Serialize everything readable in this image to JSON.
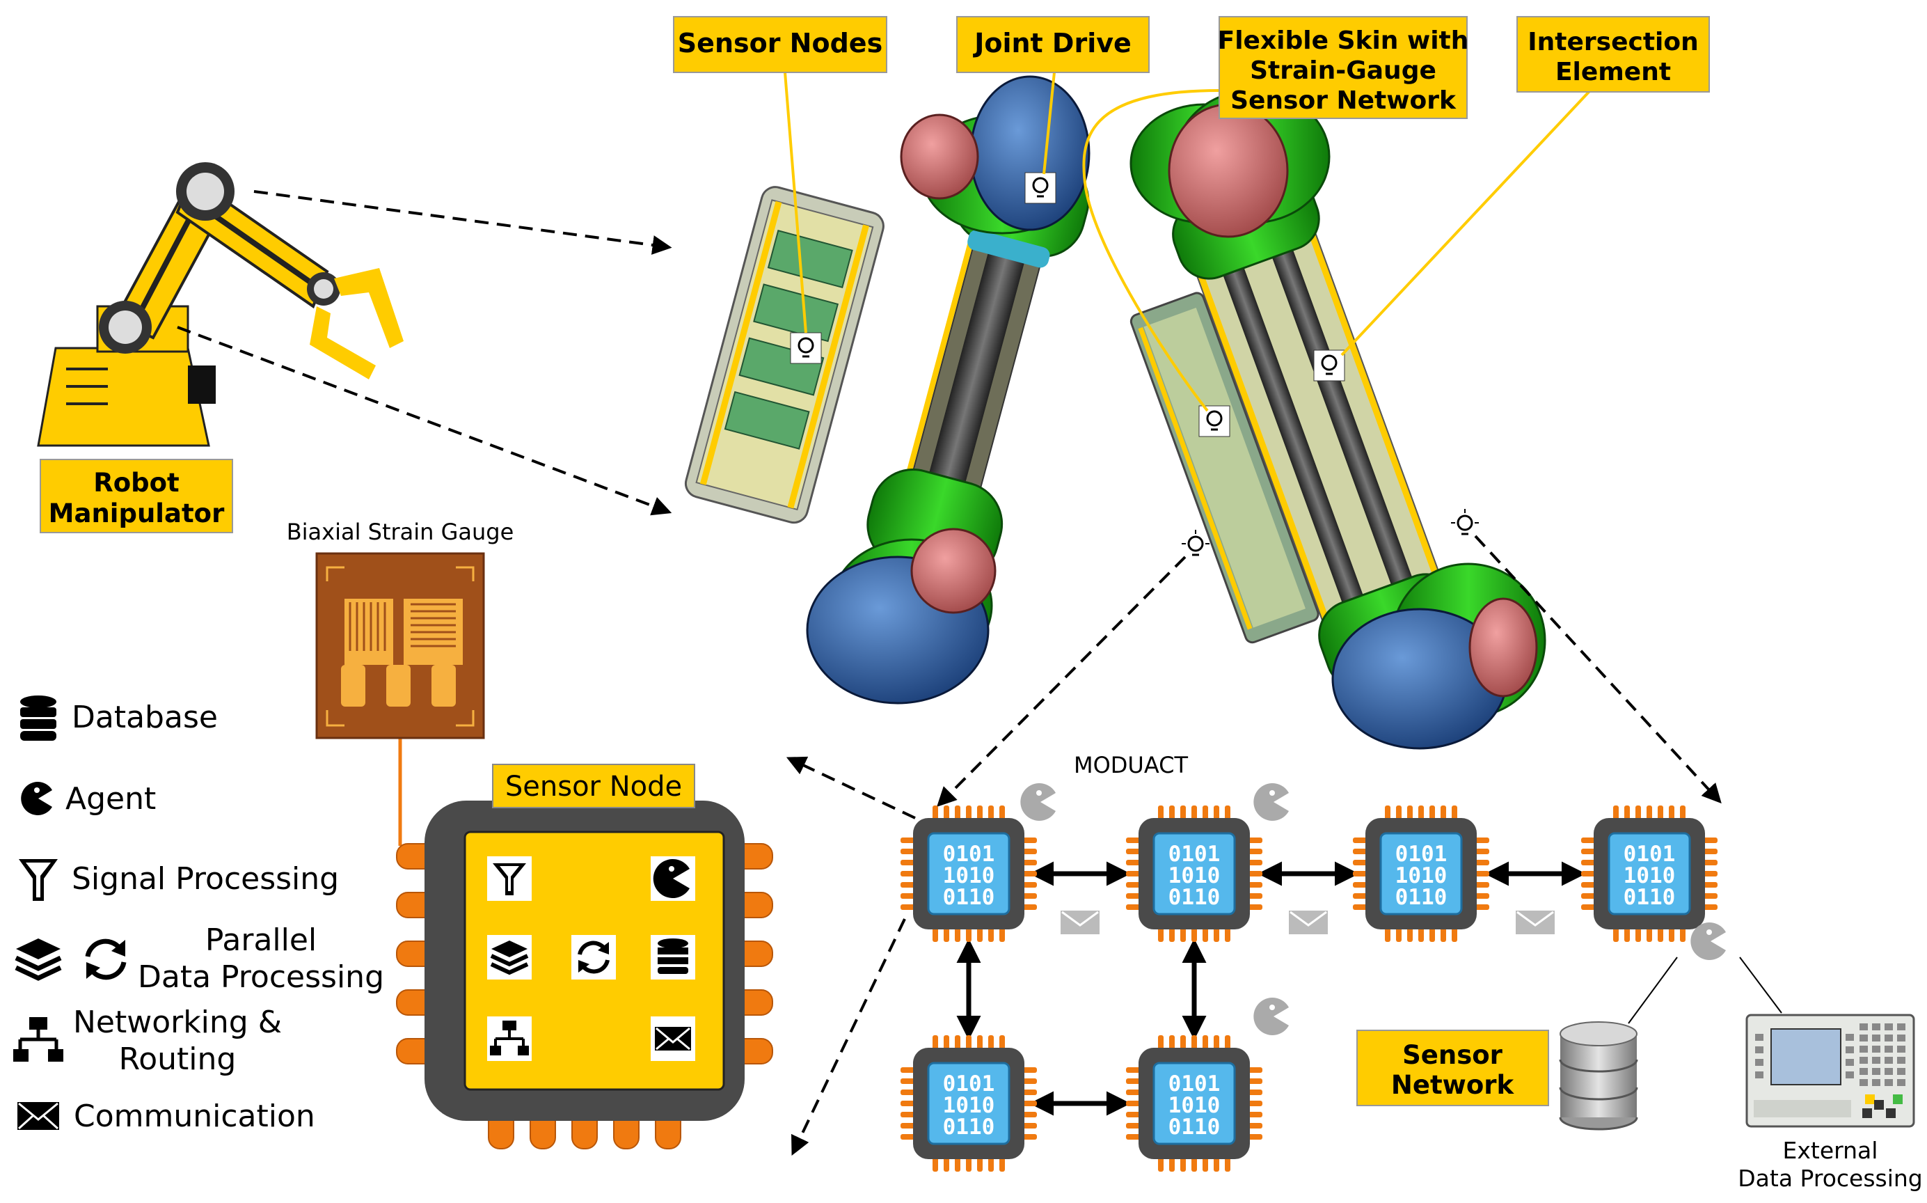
{
  "callouts": {
    "sensor_nodes": "Sensor Nodes",
    "joint_drive": "Joint Drive",
    "flexible_skin": [
      "Flexible Skin with",
      "Strain-Gauge",
      "Sensor Network"
    ],
    "intersection": [
      "Intersection",
      "Element"
    ],
    "robot_manipulator": [
      "Robot",
      "Manipulator"
    ],
    "sensor_network": [
      "Sensor",
      "Network"
    ]
  },
  "strain_gauge_title": "Biaxial Strain Gauge",
  "sensor_node_title": "Sensor Node",
  "network_title": "MODUACT",
  "chip_bits": [
    "0101",
    "1010",
    "0110"
  ],
  "external_processing": [
    "External",
    "Data Processing"
  ],
  "legend": {
    "database": "Database",
    "agent": "Agent",
    "signal_processing": "Signal Processing",
    "parallel": [
      "Parallel",
      "Data Processing"
    ],
    "networking": [
      "Networking &",
      "Routing"
    ],
    "communication": "Communication"
  },
  "colors": {
    "label_yellow": "#ffcc00",
    "chip_orange": "#f07a10",
    "chip_dark": "#4a4a4a",
    "chip_blue": "#55b8ec",
    "skin_green": "#22b814",
    "drive_blue": "#2c5a9c",
    "drive_red": "#c96a6a",
    "gauge_brown": "#a0501a"
  }
}
